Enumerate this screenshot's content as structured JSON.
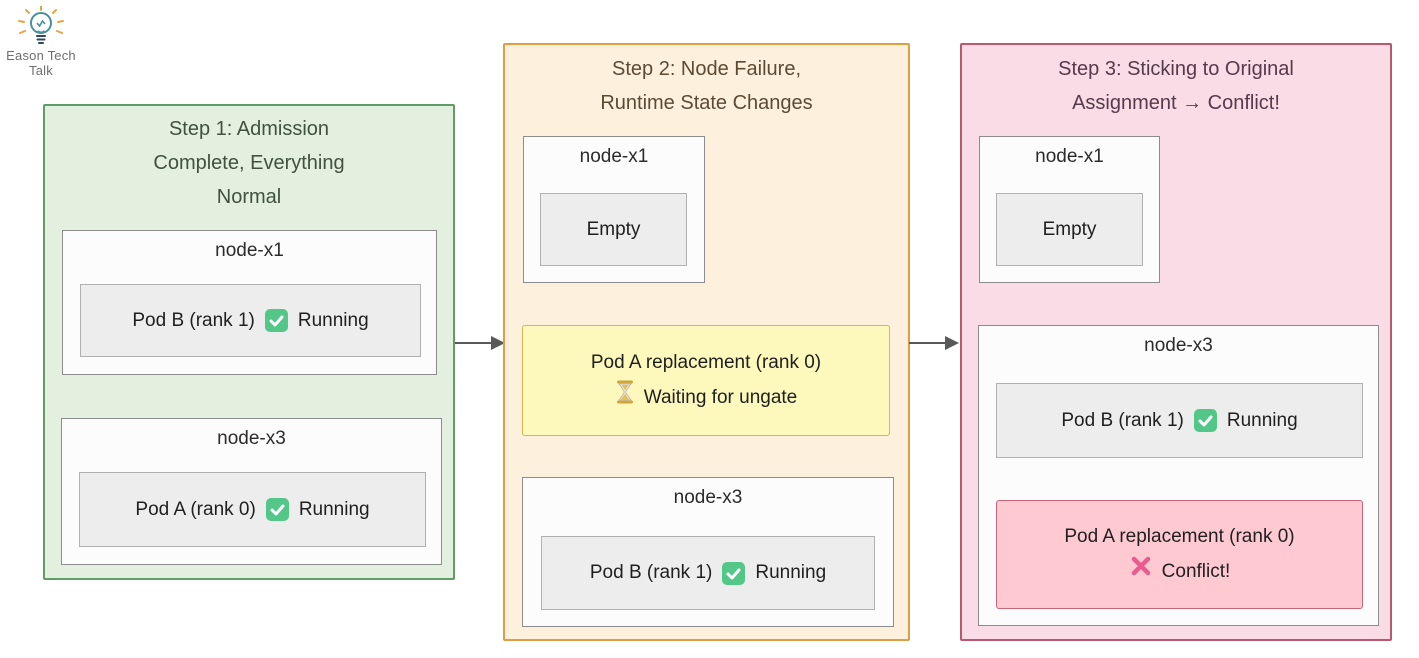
{
  "logo": {
    "line1": "Eason Tech",
    "line2": "Talk",
    "icon": "lightbulb-icon"
  },
  "panels": [
    {
      "title": "Step 1: Admission\nComplete, Everything\nNormal",
      "nodes": [
        {
          "name": "node-x1",
          "pods": [
            {
              "label": "Pod B (rank 1)",
              "icon": "check",
              "status": "Running"
            }
          ]
        },
        {
          "name": "node-x3",
          "pods": [
            {
              "label": "Pod A (rank 0)",
              "icon": "check",
              "status": "Running"
            }
          ]
        }
      ]
    },
    {
      "title": "Step 2: Node Failure,\nRuntime State Changes",
      "nodes": [
        {
          "name": "node-x1",
          "pods": [
            {
              "label": "Empty"
            }
          ]
        },
        {
          "name": "node-x3",
          "pods": [
            {
              "label": "Pod B (rank 1)",
              "icon": "check",
              "status": "Running"
            }
          ]
        }
      ],
      "floating_pod": {
        "line1": "Pod A replacement (rank 0)",
        "icon": "hourglass",
        "line2": "Waiting for ungate"
      }
    },
    {
      "title": "Step 3: Sticking to Original\nAssignment → Conflict!",
      "nodes": [
        {
          "name": "node-x1",
          "pods": [
            {
              "label": "Empty"
            }
          ]
        },
        {
          "name": "node-x3",
          "pods": [
            {
              "label": "Pod B (rank 1)",
              "icon": "check",
              "status": "Running"
            },
            {
              "line1": "Pod A replacement (rank 0)",
              "icon": "cross",
              "line2": "Conflict!"
            }
          ]
        }
      ]
    }
  ],
  "colors": {
    "panel1_bg": "#e3f0e0",
    "panel1_border": "#5f9c68",
    "panel2_bg": "#fdf0dd",
    "panel2_border": "#dd9e44",
    "panel3_bg": "#f9dce5",
    "panel3_border": "#b9586f",
    "node_bg": "#fcfcfc",
    "node_border": "#8c8c8c",
    "pod_bg": "#ededed",
    "pod_border": "#b0b0b0",
    "waiting_bg": "#fdf8bb",
    "waiting_border": "#d2b74c",
    "conflict_bg": "#ffc9d2",
    "conflict_border": "#cc6579",
    "check_green": "#52c788",
    "cross_pink": "#ea5c8f",
    "hourglass_gold": "#d2a53c",
    "arrow_gray": "#595959"
  }
}
